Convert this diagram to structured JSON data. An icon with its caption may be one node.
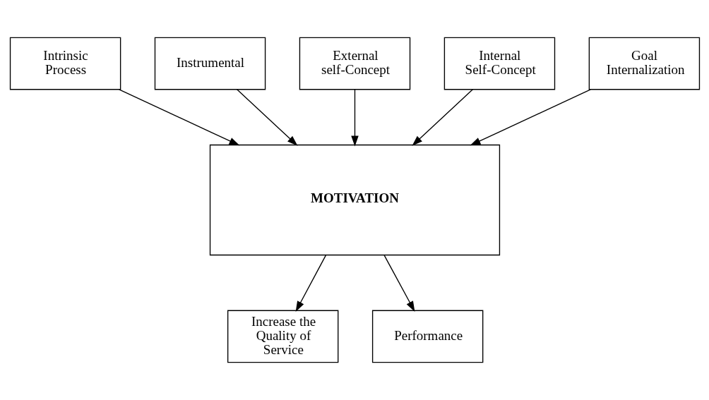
{
  "diagram": {
    "nodes": [
      {
        "text": [
          "Intrinsic Process"
        ]
      },
      {
        "text": [
          "Instrumental"
        ]
      },
      {
        "text": [
          "External self-Concept"
        ]
      },
      {
        "text": [
          "Internal Self-Concept"
        ]
      },
      {
        "text": [
          "Goal Internalization"
        ]
      },
      {
        "text": [
          "MOTIVATION"
        ]
      },
      {
        "text": [
          "Increase the Quality of Service"
        ]
      },
      {
        "text": [
          "Performance"
        ]
      }
    ],
    "edges": [
      {
        "from": 0,
        "to": 5,
        "arrow": "to"
      },
      {
        "from": 1,
        "to": 5,
        "arrow": "to"
      },
      {
        "from": 2,
        "to": 5,
        "arrow": "to"
      },
      {
        "from": 3,
        "to": 5,
        "arrow": "to"
      },
      {
        "from": 4,
        "to": 5,
        "arrow": "to"
      },
      {
        "from": 5,
        "to": 6,
        "arrow": "to"
      },
      {
        "from": 5,
        "to": 7,
        "arrow": "to"
      }
    ]
  }
}
